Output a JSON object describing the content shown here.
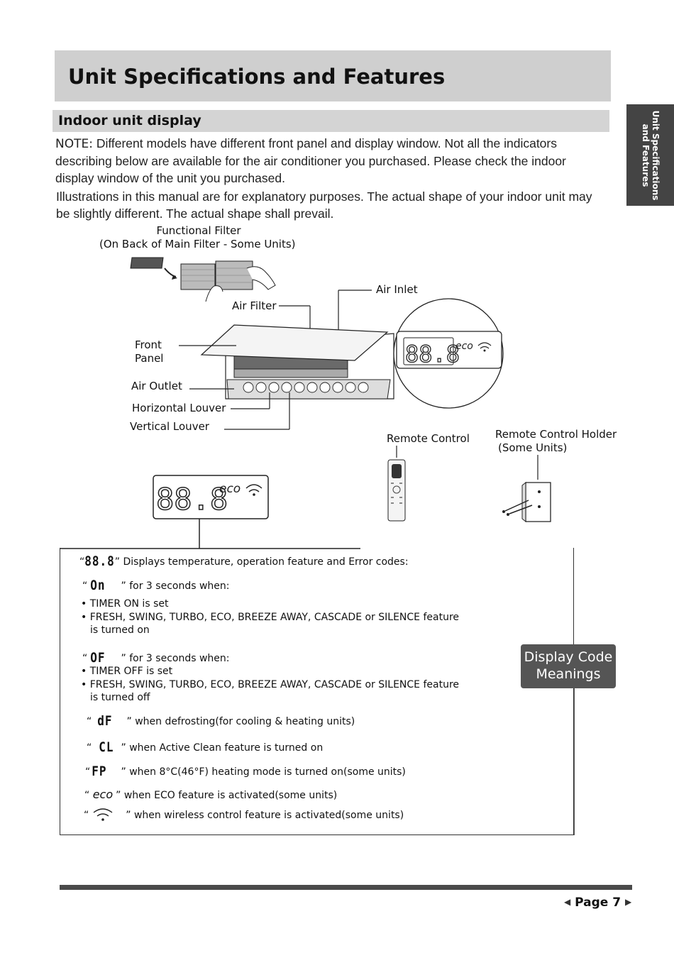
{
  "header": {
    "title": "Unit Specifications and Features",
    "side_tab": "Unit Specifications and Features"
  },
  "section": {
    "title": "Indoor unit display"
  },
  "intro": {
    "note_label": "NOTE:",
    "note_text": " Different models have different front panel and display window. Not all the indicators describing below are available for the air conditioner you purchased. Please check the indoor display window of the unit you purchased.",
    "illustration_text": "Illustrations in this manual are for explanatory purposes. The actual shape of your indoor unit may be slightly different. The actual shape shall prevail."
  },
  "diagram": {
    "functional_filter": "Functional Filter",
    "functional_filter_note": "(On Back of Main Filter - Some Units)",
    "air_inlet": "Air Inlet",
    "air_filter": "Air Filter",
    "front_panel_1": "Front",
    "front_panel_2": "Panel",
    "air_outlet": "Air Outlet",
    "horizontal_louver": "Horizontal Louver",
    "vertical_louver": "Vertical Louver",
    "remote_control": "Remote Control",
    "remote_holder_1": "Remote Control Holder",
    "remote_holder_2": "(Some Units)",
    "display_digits": "88.8",
    "display_eco": "eco"
  },
  "codes": {
    "c1_open": "“",
    "c1_code": "88.8",
    "c1_text": "” Displays  temperature, operation feature and Error codes:",
    "c2_code": "On",
    "c2_text": "”  for 3 seconds when:",
    "c2_b1": "• TIMER ON is set",
    "c2_b2": "• FRESH, SWING, TURBO, ECO, BREEZE AWAY, CASCADE or SILENCE feature",
    "c2_b3": "is turned on",
    "c3_code": "OF",
    "c3_text": "” for 3 seconds when:",
    "c3_b1": "• TIMER OFF is set",
    "c3_b2": "• FRESH, SWING, TURBO, ECO, BREEZE AWAY, CASCADE or SILENCE feature",
    "c3_b3": "is turned off",
    "c4_code": "dF",
    "c4_text": "” when defrosting(for cooling & heating units)",
    "c5_code": "CL",
    "c5_text": "” when Active Clean feature is turned on",
    "c6_code": "FP",
    "c6_text": "” when 8°C(46°F) heating mode is turned on(some units)",
    "c7_code": "eco",
    "c7_text": "” when ECO feature is activated(some units)",
    "c8_text": "” when wireless control feature is activated(some units)"
  },
  "callout": {
    "line1": "Display Code",
    "line2": "Meanings"
  },
  "footer": {
    "page": "Page 7",
    "prev": "◀",
    "next": "▶"
  }
}
